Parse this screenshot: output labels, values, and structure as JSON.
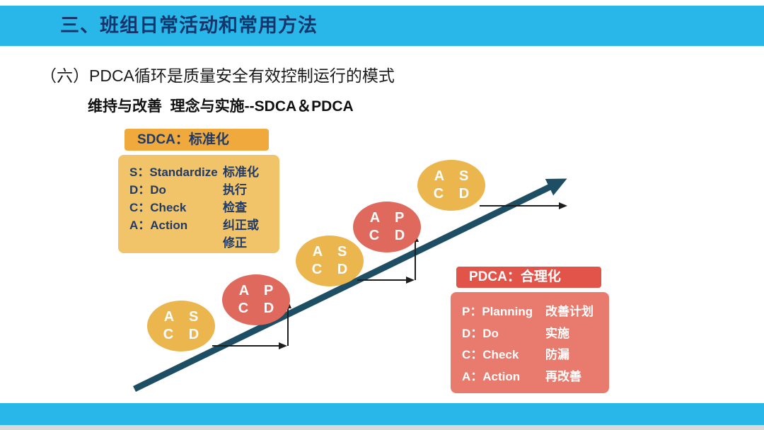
{
  "header": {
    "title": "三、班组日常活动和常用方法"
  },
  "content": {
    "heading": "（六）PDCA循环是质量安全有效控制运行的模式",
    "subheading": "维持与改善  理念与实施--SDCA＆PDCA"
  },
  "sdca": {
    "title": "SDCA：标准化",
    "items": [
      {
        "label": "S：Standardize",
        "cn": "标准化"
      },
      {
        "label": "D：Do",
        "cn": "执行"
      },
      {
        "label": "C：Check",
        "cn": "检查"
      },
      {
        "label": "A：Action",
        "cn": "纠正或修正"
      }
    ]
  },
  "pdca": {
    "title": "PDCA：合理化",
    "items": [
      {
        "label": "P：Planning",
        "cn": "改善计划"
      },
      {
        "label": "D：Do",
        "cn": "实施"
      },
      {
        "label": "C：Check",
        "cn": "防漏"
      },
      {
        "label": "A：Action",
        "cn": "再改善"
      }
    ]
  },
  "ellipses": [
    {
      "type": "sdca",
      "rows": [
        "A S",
        "C D"
      ]
    },
    {
      "type": "pdca",
      "rows": [
        "A P",
        "C D"
      ]
    },
    {
      "type": "sdca",
      "rows": [
        "A S",
        "C D"
      ]
    },
    {
      "type": "pdca",
      "rows": [
        "A P",
        "C D"
      ]
    },
    {
      "type": "sdca",
      "rows": [
        "A S",
        "C D"
      ]
    }
  ],
  "colors": {
    "cyan_bar": "#29b6e8",
    "title_navy": "#16356b",
    "sdca_header_bg": "#efa93d",
    "sdca_body_bg": "#f2c469",
    "pdca_header_bg": "#e25449",
    "pdca_body_bg": "#e97b6e",
    "ellipse_yellow": "#ecb64f",
    "ellipse_red": "#e0695d",
    "main_arrow": "#1d4e63"
  }
}
